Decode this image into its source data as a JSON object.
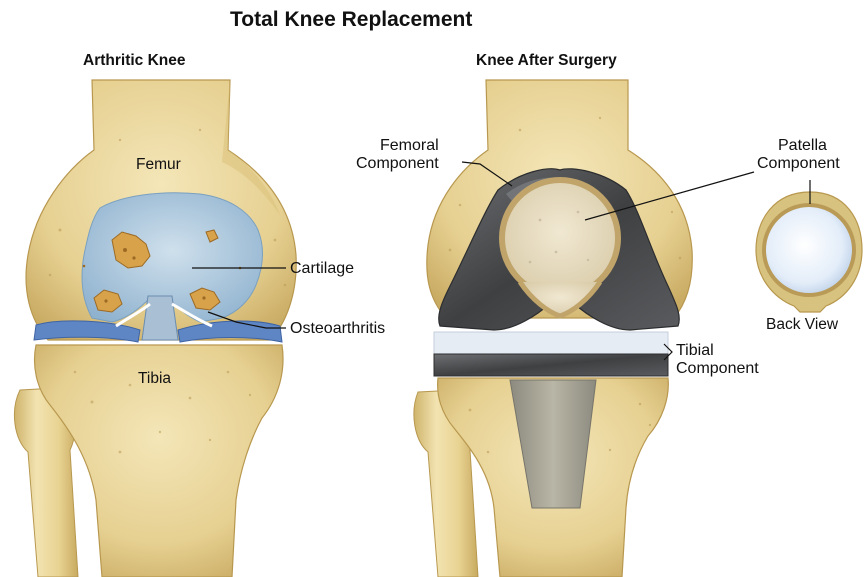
{
  "title": "Total Knee Replacement",
  "panels": {
    "left": {
      "heading": "Arthritic Knee",
      "labels": {
        "femur": "Femur",
        "tibia": "Tibia",
        "cartilage": "Cartilage",
        "osteoarthritis": "Osteoarthritis"
      }
    },
    "right": {
      "heading": "Knee After Surgery",
      "labels": {
        "femoral_line1": "Femoral",
        "femoral_line2": "Component",
        "patella_line1": "Patella",
        "patella_line2": "Component",
        "tibial_line1": "Tibial",
        "tibial_line2": "Component",
        "back_view": "Back View"
      }
    }
  },
  "colors": {
    "bone": "#e9d59a",
    "bone_shadow": "#cdb26a",
    "cartilage": "#9fc0d8",
    "meniscus": "#5f86c4",
    "implant_metal": "#4a4b4d",
    "spacer": "#e6ecf4",
    "lesion": "#d8a24a"
  }
}
